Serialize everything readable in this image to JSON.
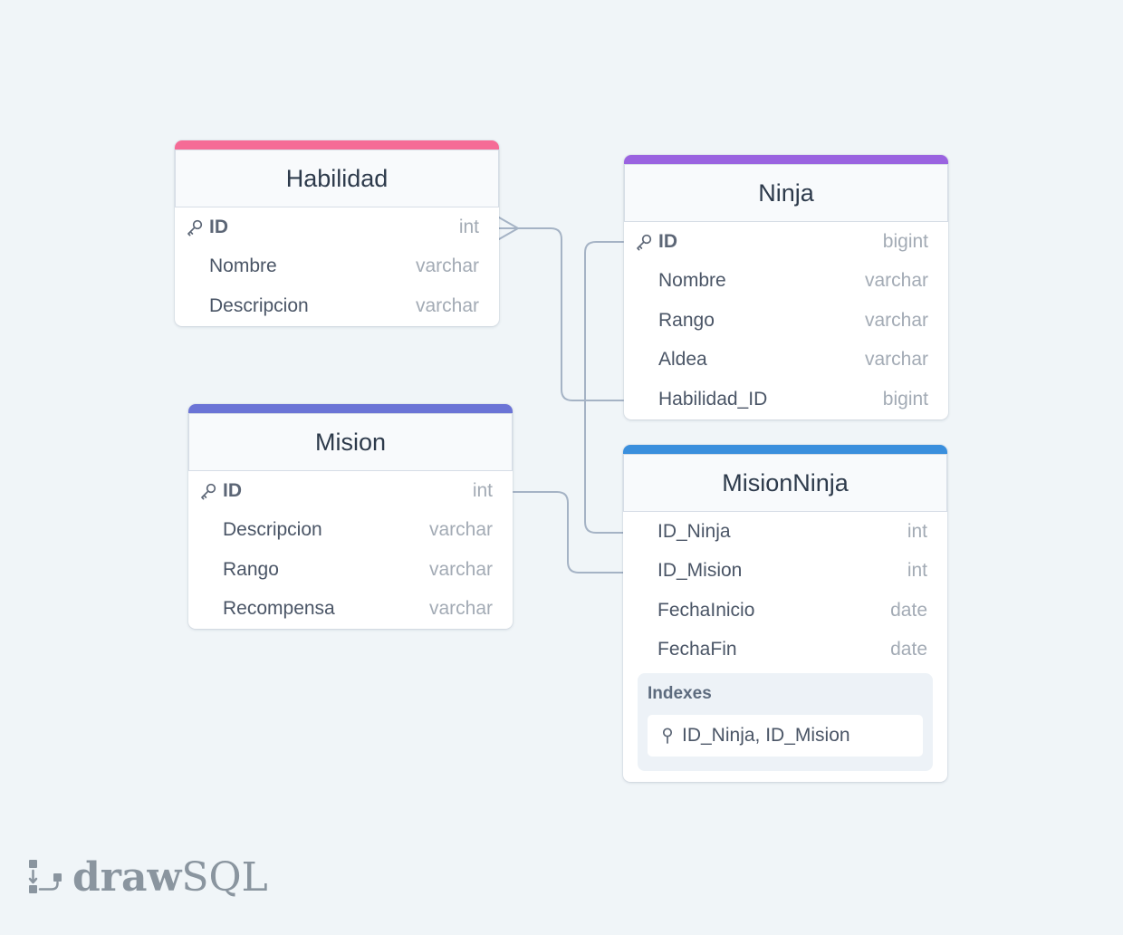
{
  "tables": {
    "habilidad": {
      "name": "Habilidad",
      "color": "#f56b96",
      "columns": [
        {
          "name": "ID",
          "type": "int",
          "key": true
        },
        {
          "name": "Nombre",
          "type": "varchar",
          "key": false
        },
        {
          "name": "Descripcion",
          "type": "varchar",
          "key": false
        }
      ]
    },
    "ninja": {
      "name": "Ninja",
      "color": "#9a63e0",
      "columns": [
        {
          "name": "ID",
          "type": "bigint",
          "key": true
        },
        {
          "name": "Nombre",
          "type": "varchar",
          "key": false
        },
        {
          "name": "Rango",
          "type": "varchar",
          "key": false
        },
        {
          "name": "Aldea",
          "type": "varchar",
          "key": false
        },
        {
          "name": "Habilidad_ID",
          "type": "bigint",
          "key": false
        }
      ]
    },
    "mision": {
      "name": "Mision",
      "color": "#6b74d6",
      "columns": [
        {
          "name": "ID",
          "type": "int",
          "key": true
        },
        {
          "name": "Descripcion",
          "type": "varchar",
          "key": false
        },
        {
          "name": "Rango",
          "type": "varchar",
          "key": false
        },
        {
          "name": "Recompensa",
          "type": "varchar",
          "key": false
        }
      ]
    },
    "misionninja": {
      "name": "MisionNinja",
      "color": "#3a8fdd",
      "columns": [
        {
          "name": "ID_Ninja",
          "type": "int",
          "key": false
        },
        {
          "name": "ID_Mision",
          "type": "int",
          "key": false
        },
        {
          "name": "FechaInicio",
          "type": "date",
          "key": false
        },
        {
          "name": "FechaFin",
          "type": "date",
          "key": false
        }
      ],
      "indexes_title": "Indexes",
      "index_columns": "ID_Ninja, ID_Mision"
    }
  },
  "relations": [
    {
      "from": "Habilidad.ID",
      "to": "Ninja.Habilidad_ID",
      "from_end": "many"
    },
    {
      "from": "Ninja.ID",
      "to": "MisionNinja.ID_Ninja"
    },
    {
      "from": "Mision.ID",
      "to": "MisionNinja.ID_Mision"
    }
  ],
  "logo": {
    "draw": "draw",
    "sql": "SQL"
  },
  "colors": {
    "background": "#f0f5f8",
    "connector": "#a5b3c5"
  }
}
